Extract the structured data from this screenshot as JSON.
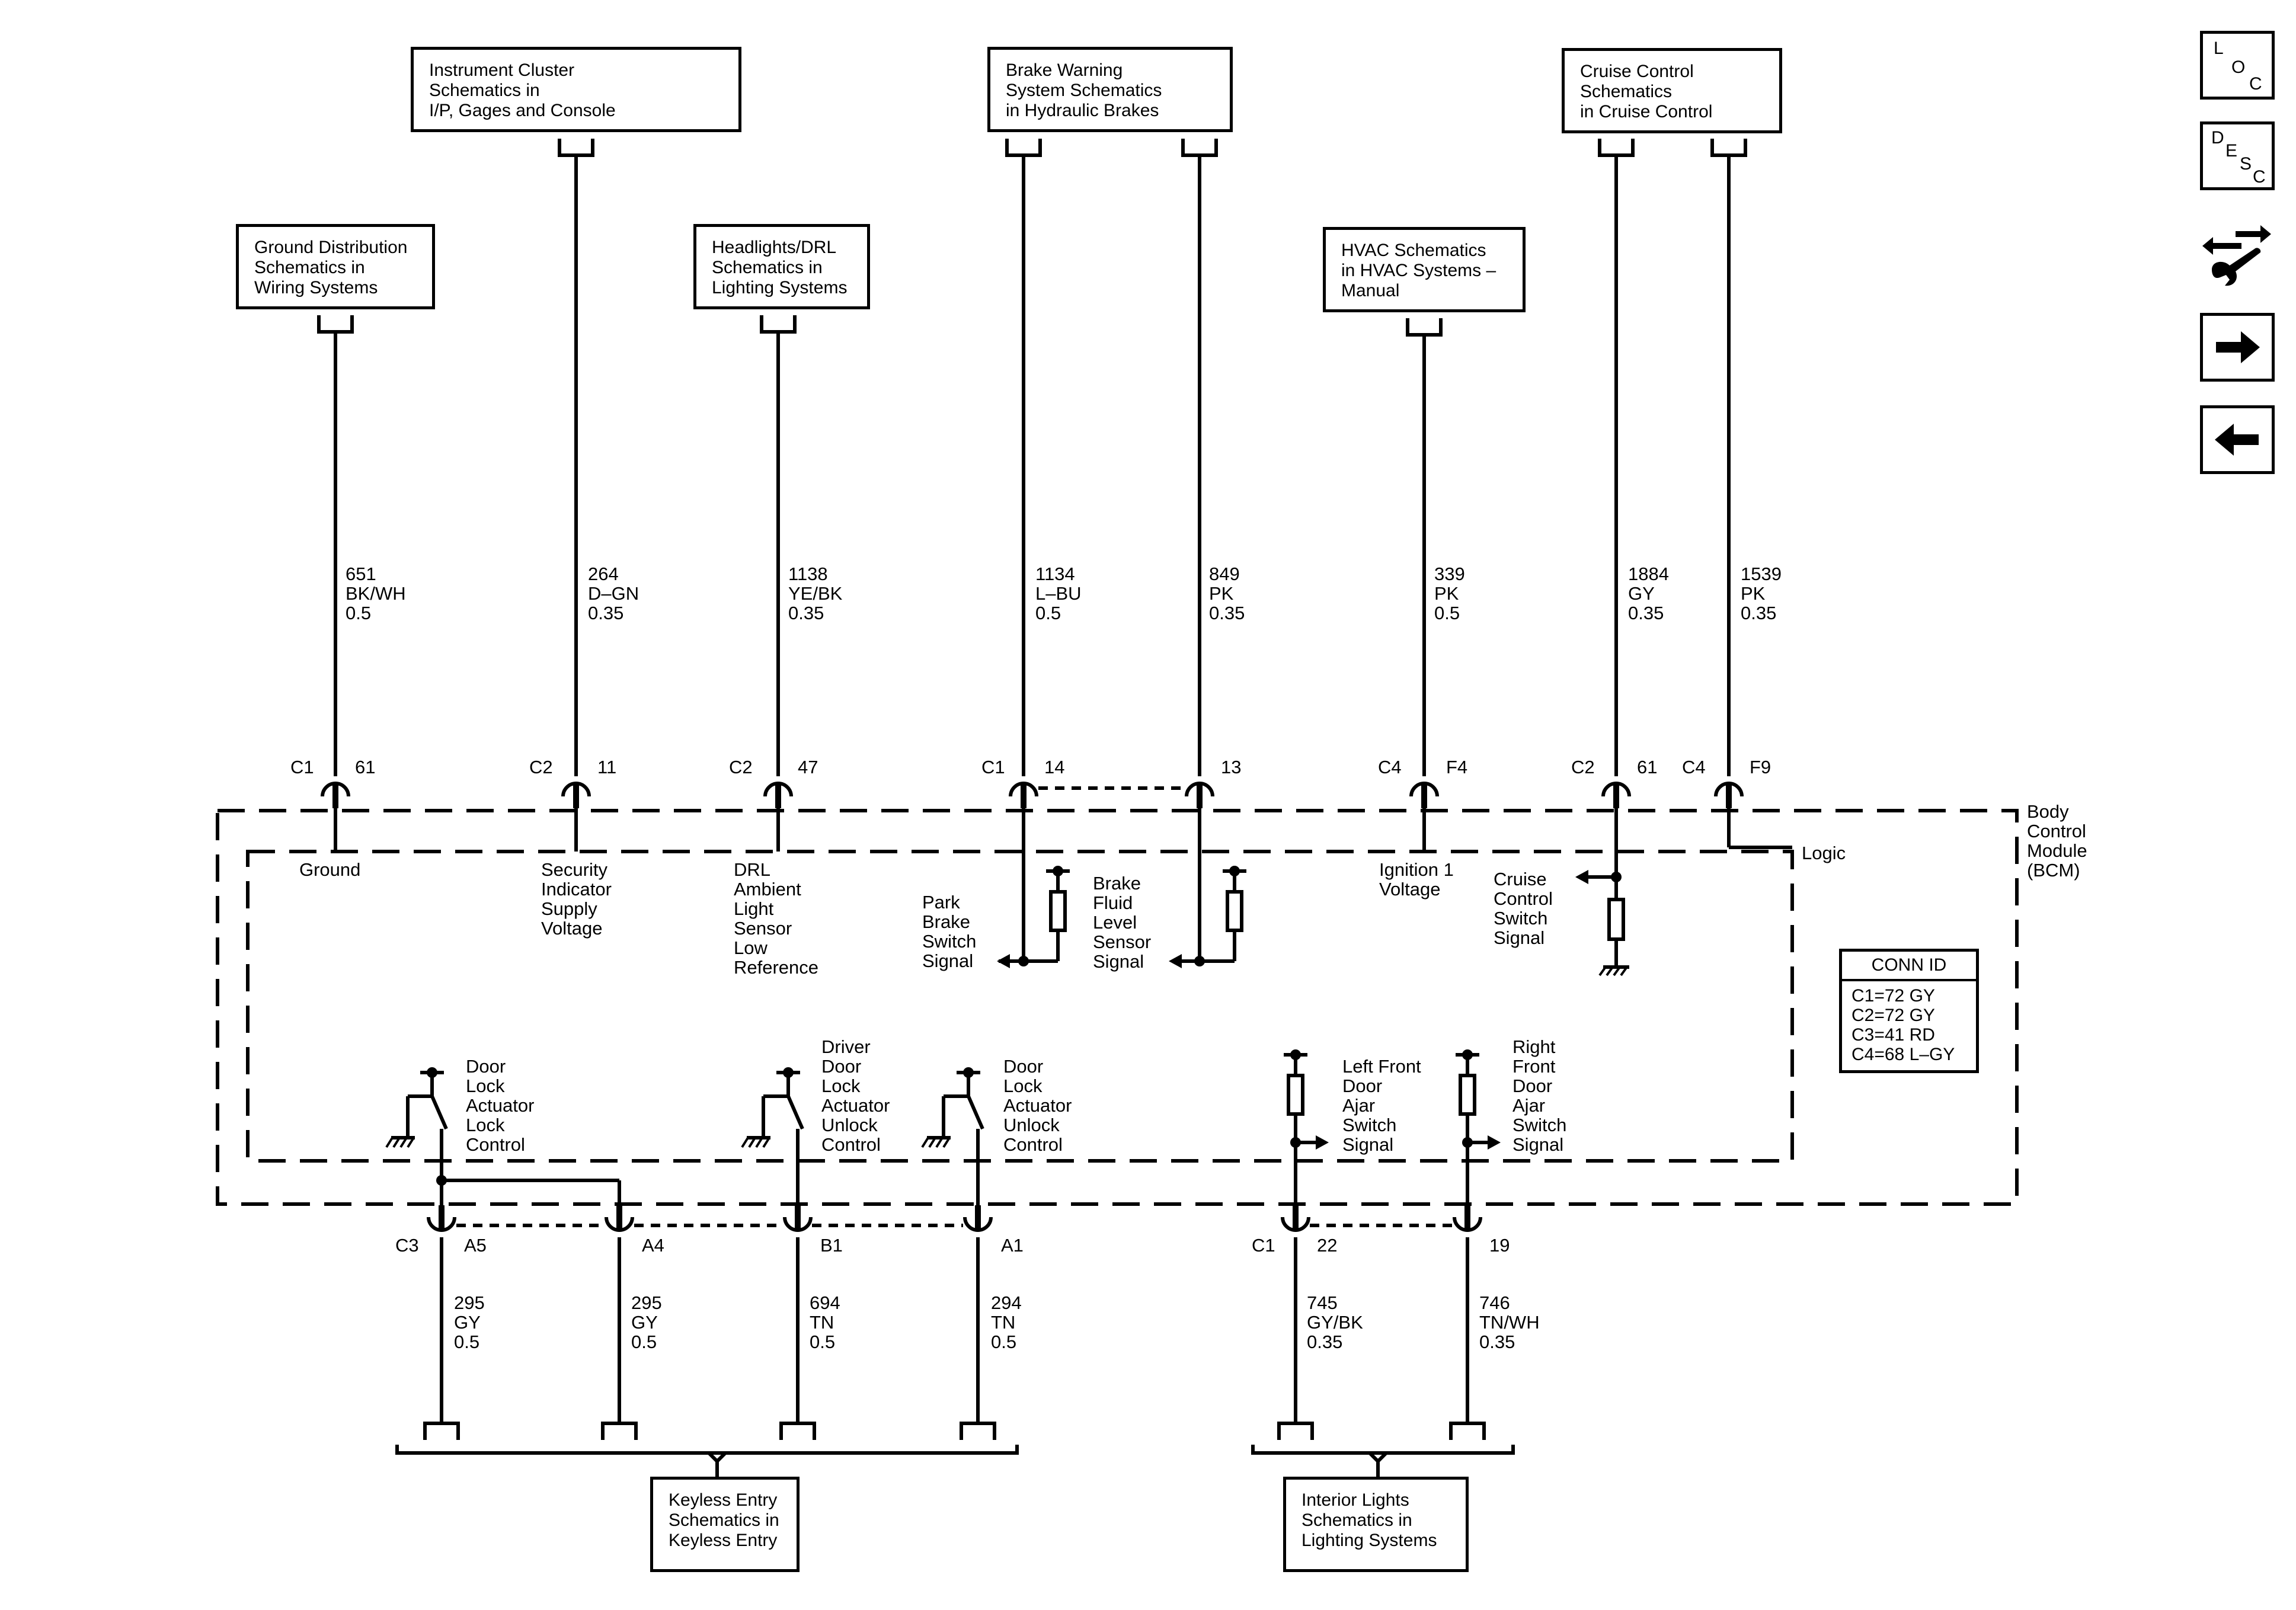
{
  "source_boxes": {
    "instrument_cluster": "Instrument Cluster\nSchematics in\nI/P, Gages and Console",
    "brake_warning": "Brake Warning\nSystem Schematics\nin Hydraulic Brakes",
    "cruise_control": "Cruise Control\nSchematics\nin Cruise Control",
    "ground_distribution": "Ground Distribution\nSchematics in\nWiring Systems",
    "headlights_drl": "Headlights/DRL\nSchematics in\nLighting Systems",
    "hvac": "HVAC Schematics\nin HVAC Systems –\nManual",
    "keyless_entry": "Keyless Entry\nSchematics in\nKeyless Entry",
    "interior_lights": "Interior Lights\nSchematics in\nLighting Systems"
  },
  "top_wires": [
    {
      "circuit": "651",
      "color": "BK/WH",
      "size": "0.5",
      "conn": "C1",
      "pin": "61"
    },
    {
      "circuit": "264",
      "color": "D–GN",
      "size": "0.35",
      "conn": "C2",
      "pin": "11"
    },
    {
      "circuit": "1138",
      "color": "YE/BK",
      "size": "0.35",
      "conn": "C2",
      "pin": "47"
    },
    {
      "circuit": "1134",
      "color": "L–BU",
      "size": "0.5",
      "conn": "C1",
      "pin": "14"
    },
    {
      "circuit": "849",
      "color": "PK",
      "size": "0.35",
      "conn": "",
      "pin": "13"
    },
    {
      "circuit": "339",
      "color": "PK",
      "size": "0.5",
      "conn": "C4",
      "pin": "F4"
    },
    {
      "circuit": "1884",
      "color": "GY",
      "size": "0.35",
      "conn": "C2",
      "pin": "61"
    },
    {
      "circuit": "1539",
      "color": "PK",
      "size": "0.35",
      "conn": "C4",
      "pin": "F9"
    }
  ],
  "bottom_wires": [
    {
      "circuit": "295",
      "color": "GY",
      "size": "0.5",
      "conn": "C3",
      "pin": "A5"
    },
    {
      "circuit": "295",
      "color": "GY",
      "size": "0.5",
      "conn": "",
      "pin": "A4"
    },
    {
      "circuit": "694",
      "color": "TN",
      "size": "0.5",
      "conn": "",
      "pin": "B1"
    },
    {
      "circuit": "294",
      "color": "TN",
      "size": "0.5",
      "conn": "",
      "pin": "A1"
    },
    {
      "circuit": "745",
      "color": "GY/BK",
      "size": "0.35",
      "conn": "C1",
      "pin": "22"
    },
    {
      "circuit": "746",
      "color": "TN/WH",
      "size": "0.35",
      "conn": "",
      "pin": "19"
    }
  ],
  "module": {
    "name": "Body\nControl\nModule\n(BCM)",
    "logic_label": "Logic"
  },
  "internal_labels": {
    "ground": "Ground",
    "security": "Security\nIndicator\nSupply\nVoltage",
    "drl": "DRL\nAmbient\nLight\nSensor\nLow\nReference",
    "park_brake": "Park\nBrake\nSwitch\nSignal",
    "brake_fluid": "Brake\nFluid\nLevel\nSensor\nSignal",
    "ignition": "Ignition 1\nVoltage",
    "cruise": "Cruise\nControl\nSwitch\nSignal",
    "door_lock": "Door\nLock\nActuator\nLock\nControl",
    "driver_unlock": "Driver\nDoor\nLock\nActuator\nUnlock\nControl",
    "door_unlock": "Door\nLock\nActuator\nUnlock\nControl",
    "lf_ajar": "Left Front\nDoor\nAjar\nSwitch\nSignal",
    "rf_ajar": "Right\nFront\nDoor\nAjar\nSwitch\nSignal"
  },
  "conn_id": {
    "title": "CONN ID",
    "rows": [
      "C1=72 GY",
      "C2=72 GY",
      "C3=41 RD",
      "C4=68 L–GY"
    ]
  },
  "nav": {
    "loc": [
      "L",
      "O",
      "C"
    ],
    "desc": [
      "D",
      "E",
      "S",
      "C"
    ],
    "icons": [
      "connector-repair-icon",
      "next-arrow-icon",
      "previous-arrow-icon"
    ]
  },
  "colors": {
    "ink": "#000000",
    "paper": "#ffffff"
  }
}
